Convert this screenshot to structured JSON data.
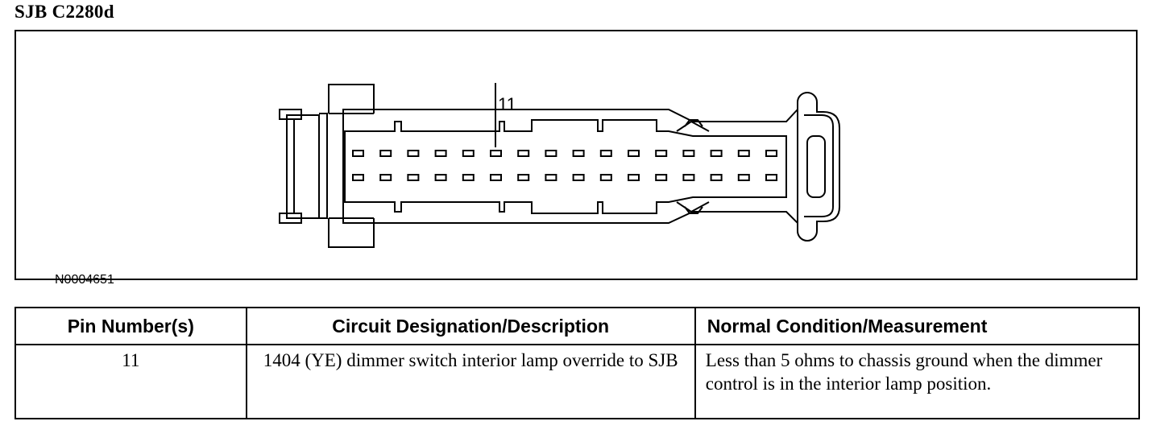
{
  "title": "SJB C2280d",
  "diagram": {
    "callout_pin": "11",
    "figure_id": "N0004651",
    "pin_rows": 2,
    "pins_per_row": 16,
    "highlighted_pin_index": 5
  },
  "table": {
    "headers": {
      "pin": "Pin Number(s)",
      "circuit": "Circuit Designation/Description",
      "condition": "Normal Condition/Measurement"
    },
    "rows": [
      {
        "pin": "11",
        "circuit": "1404 (YE) dimmer switch interior lamp override to SJB",
        "condition": "Less than 5 ohms to chassis ground when the dimmer control is in the interior lamp position."
      }
    ]
  }
}
